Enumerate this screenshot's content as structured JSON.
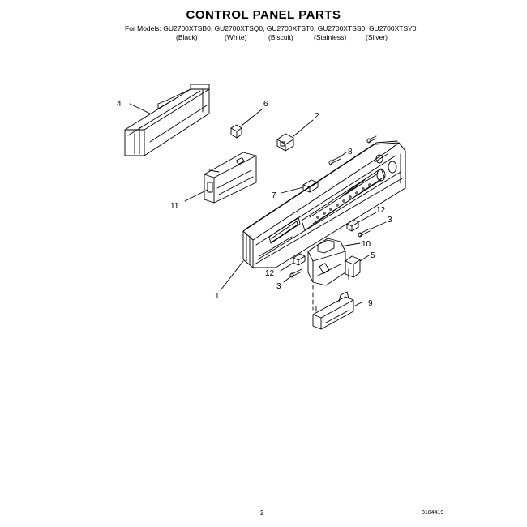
{
  "header": {
    "title": "CONTROL PANEL PARTS",
    "models_line": "For Models: GU2700XTSB0, GU2700XTSQ0, GU2700XTST0, GU2700XTSS0, GU2700XTSY0",
    "colors": [
      "(Black)",
      "(White)",
      "(Biscuit)",
      "(Stainless)",
      "(Silver)"
    ]
  },
  "callouts": {
    "c1": "1",
    "c2": "2",
    "c3a": "3",
    "c3b": "3",
    "c4": "4",
    "c5": "5",
    "c6": "6",
    "c7": "7",
    "c8": "8",
    "c9": "9",
    "c10": "10",
    "c11": "11",
    "c12a": "12",
    "c12b": "12"
  },
  "footer": {
    "page_number": "2",
    "figure_id": "8184419"
  },
  "colors_style": {
    "ink": "#000000",
    "paper": "#ffffff"
  }
}
